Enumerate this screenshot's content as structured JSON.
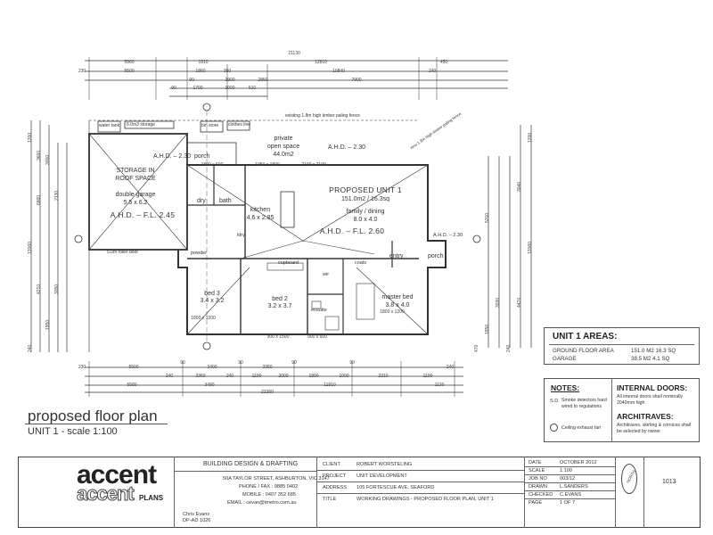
{
  "drawing": {
    "title": "proposed floor plan",
    "subtitle": "UNIT 1 - scale 1:100",
    "rooms": {
      "storage_label_1": "STORAGE IN",
      "storage_label_2": "ROOF SPACE",
      "garage_name": "double garage",
      "garage_size": "5.5 x 6.2",
      "garage_ahd": "A.H.D. – F.L. 2.45",
      "water_tank": "water tank",
      "storage_60": "6.0m3 storage",
      "bin_store": "bin store",
      "clothes_line": "clothes line",
      "porch_top": "porch",
      "private_open_space": "private",
      "private_open_space_2": "open space",
      "pos_area": "44.0m2",
      "ahd_top": "A.H.D. – 2.30",
      "fence_note": "existing 1.8m high timber paling fence",
      "new_fence": "new 1.8m high timber paling fence",
      "dry": "dry",
      "bath": "bath",
      "kitchen": "kitchen",
      "kitchen_size": "4.6 x 2.85",
      "unit_name": "PROPOSED UNIT 1",
      "unit_area": "151.0m2 / 16.3sq",
      "family": "family / dining",
      "family_size": "8.0 x 4.0",
      "ahd_main": "A.H.D. – F.L. 2.60",
      "roller_door": "5.0m roller door",
      "powder": "powder",
      "ldry": "ldry",
      "cupboard": "cupboard",
      "coats": "coats",
      "wir": "wir",
      "entry": "entry",
      "porch": "porch",
      "bed3": "bed 3",
      "bed3_size": "3.4 x 3.2",
      "bed2": "bed 2",
      "bed2_size": "3.2 x 3.7",
      "ensuite": "ensuite",
      "master": "master bed",
      "master_size": "3.8 x 4.0",
      "ahd_entry": "A.H.D. – 2.30",
      "ahd_garage_side": "A.H.D. – 2.30"
    },
    "dims_top_row1": [
      "5960",
      "1910",
      "12810",
      "450"
    ],
    "dims_top_total": "21130",
    "dims_top_row2": [
      "230",
      "5500",
      "1860",
      "350",
      "10840",
      "240"
    ],
    "dims_top_row3": [
      "90",
      "1900",
      "2850",
      "7900"
    ],
    "dims_top_row4": [
      "90",
      "1700",
      "1000",
      "510"
    ],
    "dims_bottom_row1": [
      "230",
      "5500",
      "90",
      "3400",
      "90",
      "3350",
      "90",
      "90",
      "240"
    ],
    "dims_bottom_row2": [
      "240",
      "3350",
      "240",
      "1100",
      "2000",
      "1800",
      "1000",
      "2310",
      "1100"
    ],
    "dims_bottom_row3": [
      "5580",
      "3490",
      "11810",
      "1130"
    ],
    "dims_bottom_total": "22260",
    "dims_left": [
      "1200",
      "3660",
      "3000",
      "6860",
      "2130",
      "12060",
      "4210",
      "3050",
      "1950",
      "240"
    ],
    "dims_right": [
      "1200",
      "3040",
      "5200",
      "12060",
      "4470",
      "3030",
      "1950",
      "240",
      "470"
    ],
    "small_dims": [
      "1800 x 600",
      "1050 x 1800",
      "2100 x 2100",
      "1800 x 1200",
      "1800 x 1200",
      "900 x 1500",
      "900 x 600"
    ]
  },
  "areas": {
    "title": "UNIT 1 AREAS:",
    "rows": [
      {
        "label": "GROUND FLOOR AREA",
        "value": "151.0  M2  16.3  SQ"
      },
      {
        "label": "GARAGE",
        "value": "38.5  M2    4.1  SQ"
      }
    ]
  },
  "notes": {
    "title": "NOTES:",
    "sd_symbol": "S.D.",
    "sd_text": "Smoke detectors hard wired to regulations",
    "fan_text": "Ceiling exhaust fan",
    "internal_doors_title": "INTERNAL DOORS:",
    "internal_doors_text": "All internal doors shall nominally 2040mm high",
    "architraves_title": "ARCHITRAVES:",
    "architraves_text": "Architraves, skirting & cornices shall be selected by owner"
  },
  "title_block": {
    "logo_line1": "accent",
    "logo_line2": "accent",
    "logo_line3": "PLANS",
    "drafter_name": "Chris Evans",
    "drafter_reg": "DP-AD 1026",
    "company": "BUILDING DESIGN & DRAFTING",
    "address": "50A TAYLOR STREET, ASHBURTON, VIC 3147",
    "phone": "PHONE / FAX : 9885 0402",
    "mobile": "MOBILE : 0407 352 685",
    "email": "EMAIL : cevan@tmetro.com.au",
    "fields": [
      {
        "label": "CLIENT",
        "value": "ROBERT WORSTELING"
      },
      {
        "label": "PROJECT",
        "value": "UNIT DEVELOPMENT"
      },
      {
        "label": "ADDRESS",
        "value": "105 FORTESCUE AVE, SEAFORD"
      },
      {
        "label": "TITLE",
        "value": "WORKING DRAWINGS - PROPOSED FLOOR PLAN, UNIT 1"
      }
    ],
    "meta": [
      {
        "label": "DATE",
        "value": "OCTOBER 2012"
      },
      {
        "label": "SCALE",
        "value": "1:100"
      },
      {
        "label": "JOB NO",
        "value": "003/12"
      },
      {
        "label": "DRAWN",
        "value": "L.SANDERS"
      },
      {
        "label": "CHECKED",
        "value": "C.EVANS"
      },
      {
        "label": "PAGE",
        "value": "1 OF 7"
      }
    ],
    "north": "NORTH",
    "sheet_no": "1013"
  }
}
